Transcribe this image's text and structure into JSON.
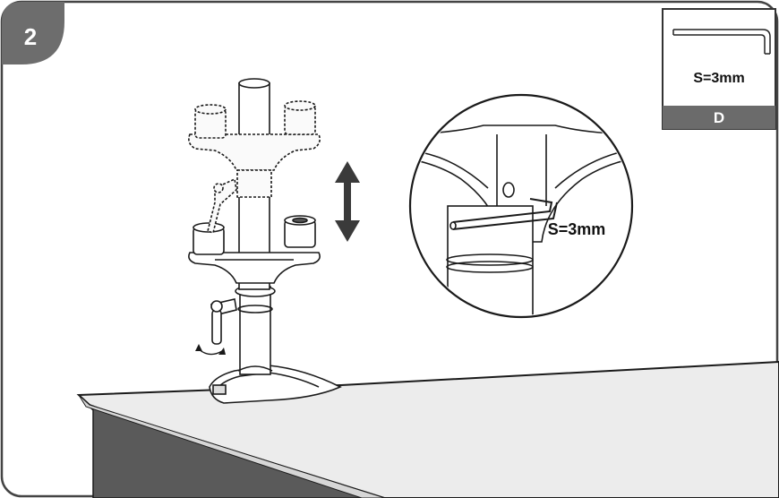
{
  "step_number": "2",
  "tool_box": {
    "size_label": "S=3mm",
    "letter": "D",
    "tool_icon": "hex-key-icon"
  },
  "detail_callout": {
    "size_label": "S=3mm"
  },
  "icons": {
    "adjust_arrow": "double-vertical-arrow-icon",
    "rotate_arrow": "curved-rotate-arrow-icon",
    "screw": "hex-screw-icon"
  },
  "colors": {
    "step_badge": "#6d6d6d",
    "tool_box_footer": "#6b6b6b",
    "desk_top": "#ececec",
    "desk_front": "#5a5a5a",
    "line": "#1a1a1a"
  }
}
